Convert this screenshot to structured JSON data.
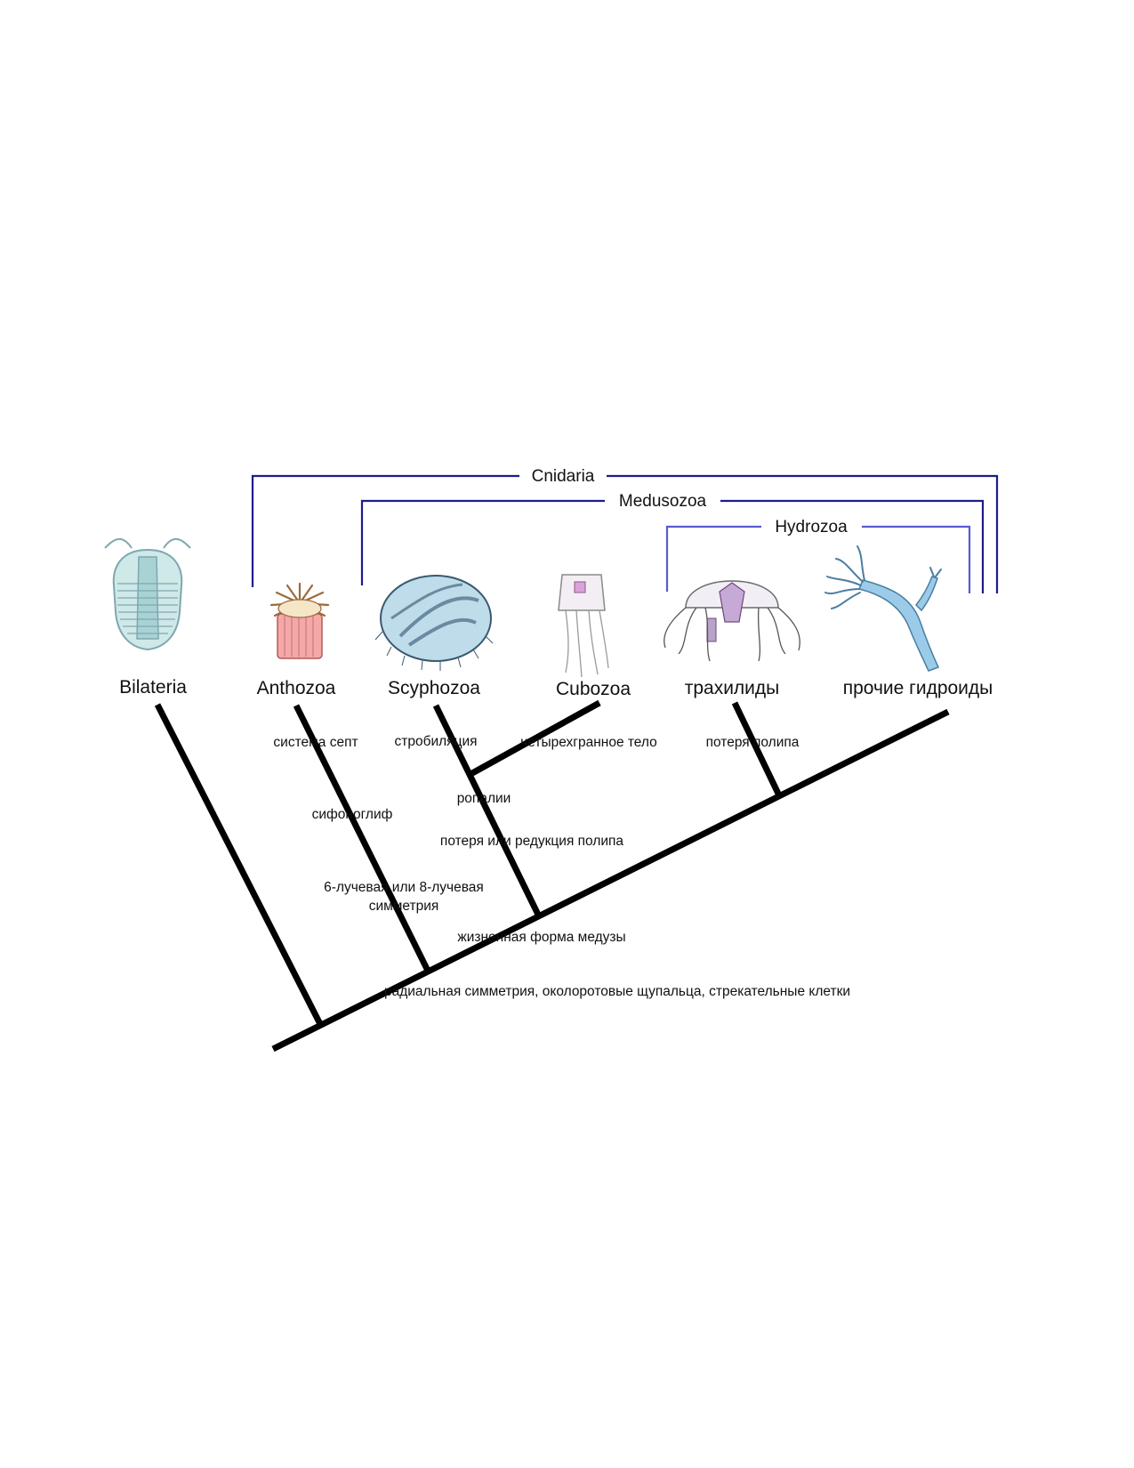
{
  "taxa": {
    "bilateria": "Bilateria",
    "anthozoa": "Anthozoa",
    "scyphozoa": "Scyphozoa",
    "cubozoa": "Cubozoa",
    "trachylids": "трахилиды",
    "other_hydroids": "прочие гидроиды"
  },
  "clades": {
    "cnidaria": "Cnidaria",
    "medusozoa": "Medusozoa",
    "hydrozoa": "Hydrozoa"
  },
  "traits": {
    "septa": "система септ",
    "strobilation": "стробиляция",
    "tetragonal_body": "четырехгранное тело",
    "polyp_loss": "потеря полипа",
    "rhopalia": "ропалии",
    "siphonoglyph": "сифоноглиф",
    "polyp_loss_or_reduction": "потеря или редукция полипа",
    "symmetry_line1": "6-лучевая или 8-лучевая",
    "symmetry_line2": "симметрия",
    "medusa_life_form": "жизненная форма медузы",
    "radial_symmetry": "радиальная симметрия, околоротовые щупальца, стрекательные клетки"
  },
  "illustrations": [
    "trilobite-icon",
    "sea-anemone-icon",
    "scyphozoan-jellyfish-icon",
    "box-jellyfish-icon",
    "trachyline-medusa-icon",
    "hydroid-polyp-icon"
  ],
  "colors": {
    "bracket_dark": "#1c1c8c",
    "bracket_light": "#5a5ad2",
    "branch": "#000000"
  }
}
